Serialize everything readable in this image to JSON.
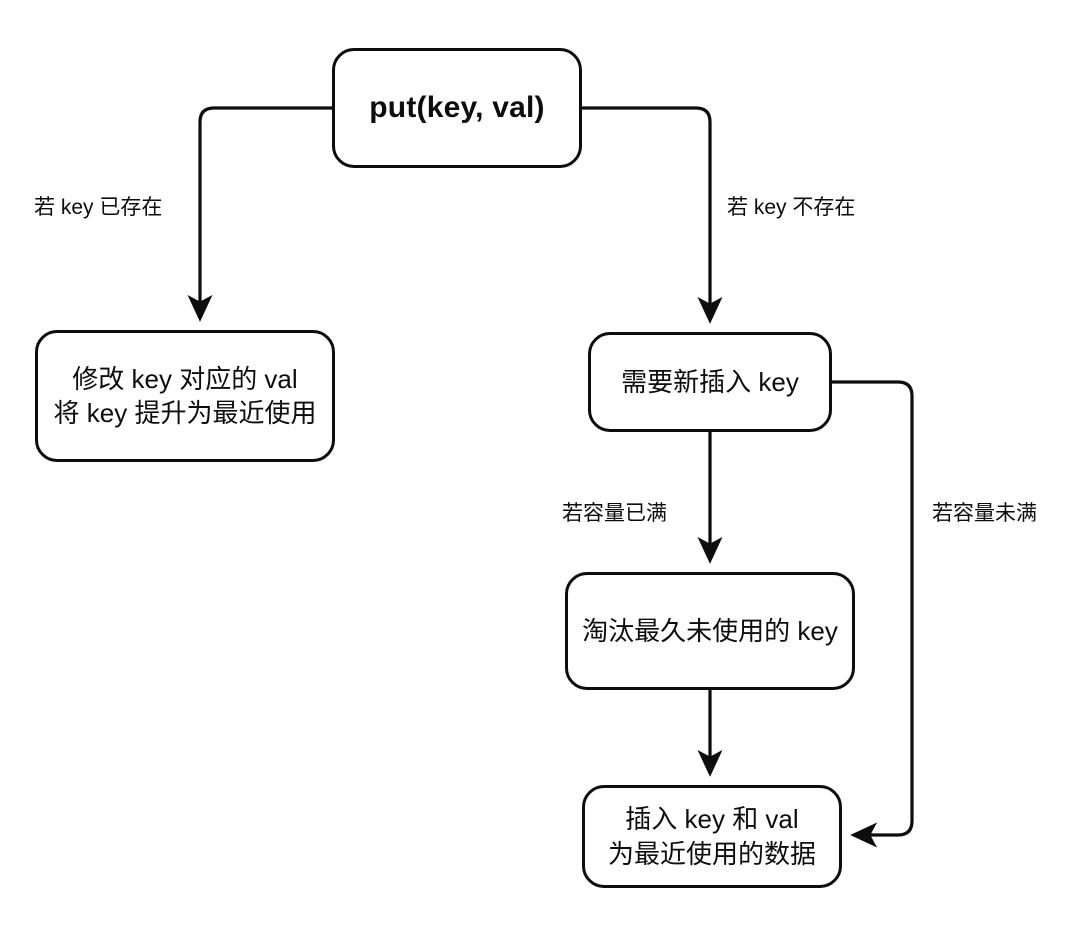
{
  "diagram": {
    "title": "LRU put(key, val) flowchart",
    "colors": {
      "stroke": "#0d0d0d",
      "background": "#ffffff",
      "text": "#0d0d0d"
    },
    "nodes": {
      "start": {
        "label": "put(key, val)"
      },
      "update_existing": {
        "label": "修改 key 对应的 val\n将 key 提升为最近使用"
      },
      "insert_new": {
        "label": "需要新插入 key"
      },
      "evict": {
        "label": "淘汰最久未使用的 key"
      },
      "insert": {
        "label": "插入 key 和 val\n为最近使用的数据"
      }
    },
    "edge_labels": {
      "key_exists": "若 key 已存在",
      "key_absent": "若 key 不存在",
      "capacity_full": "若容量已满",
      "capacity_not_full": "若容量未满"
    }
  }
}
